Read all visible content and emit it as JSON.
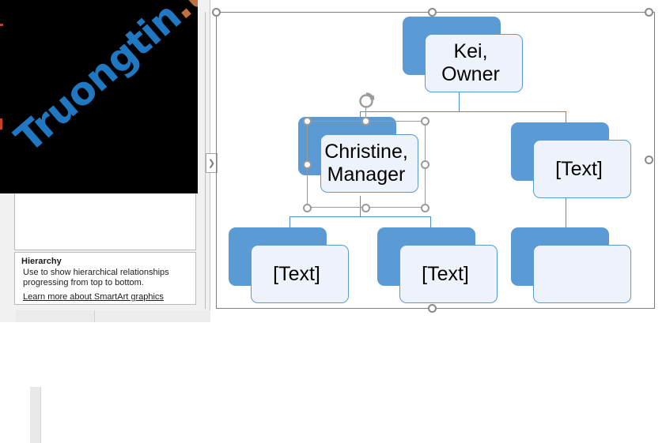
{
  "app": {
    "context": "smartart-hierarchy-editor"
  },
  "left_panel": {
    "watermark": {
      "text_part_1": "Truongtin",
      "text_part_2": ".top",
      "full_text": "Truongtin.top",
      "color_primary": "#1f78c1",
      "color_accent": "#c0703a"
    },
    "description": {
      "title": "Hierarchy",
      "body": "Use to show hierarchical relationships progressing from top to bottom.",
      "link_label": "Learn more about SmartArt graphics"
    }
  },
  "canvas": {
    "text_pane_toggle_icon": "chevron-right-icon",
    "selection": {
      "selected_node_index": 1
    },
    "nodes": [
      {
        "id": "node-owner",
        "label": "Kei,\nOwner",
        "level": 0,
        "selected": false
      },
      {
        "id": "node-manager",
        "label": "Christine,\nManager",
        "level": 1,
        "selected": true
      },
      {
        "id": "node-right-text",
        "label": "[Text]",
        "level": 1,
        "selected": false
      },
      {
        "id": "node-child-1",
        "label": "[Text]",
        "level": 2,
        "selected": false
      },
      {
        "id": "node-child-2",
        "label": "[Text]",
        "level": 2,
        "selected": false
      },
      {
        "id": "node-child-3",
        "label": "",
        "level": 2,
        "selected": false
      }
    ],
    "colors": {
      "node_fill": "#eef2fa",
      "node_shadow": "#5b9bd5",
      "node_border": "#5b9bd5",
      "connector": "#4e8fc9",
      "selection_outline": "#9a9a9a"
    }
  }
}
